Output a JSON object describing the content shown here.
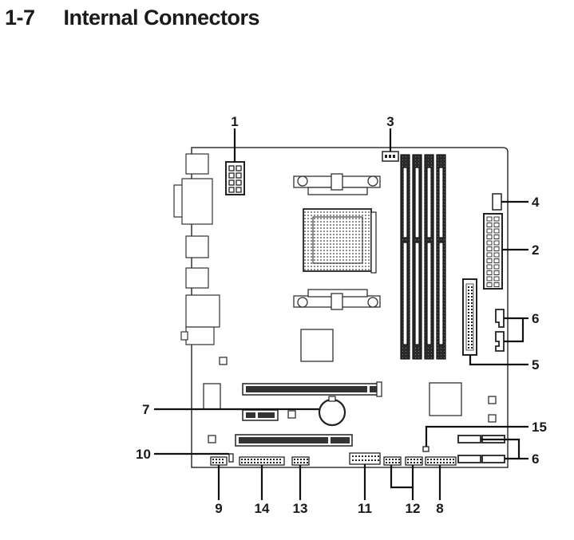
{
  "heading": {
    "number": "1-7",
    "title": "Internal Connectors"
  },
  "callouts": {
    "c1": "1",
    "c2": "2",
    "c3": "3",
    "c4": "4",
    "c5": "5",
    "c6a": "6",
    "c6b": "6",
    "c7": "7",
    "c8": "8",
    "c9": "9",
    "c10": "10",
    "c11": "11",
    "c12": "12",
    "c13": "13",
    "c14": "14",
    "c15": "15"
  }
}
